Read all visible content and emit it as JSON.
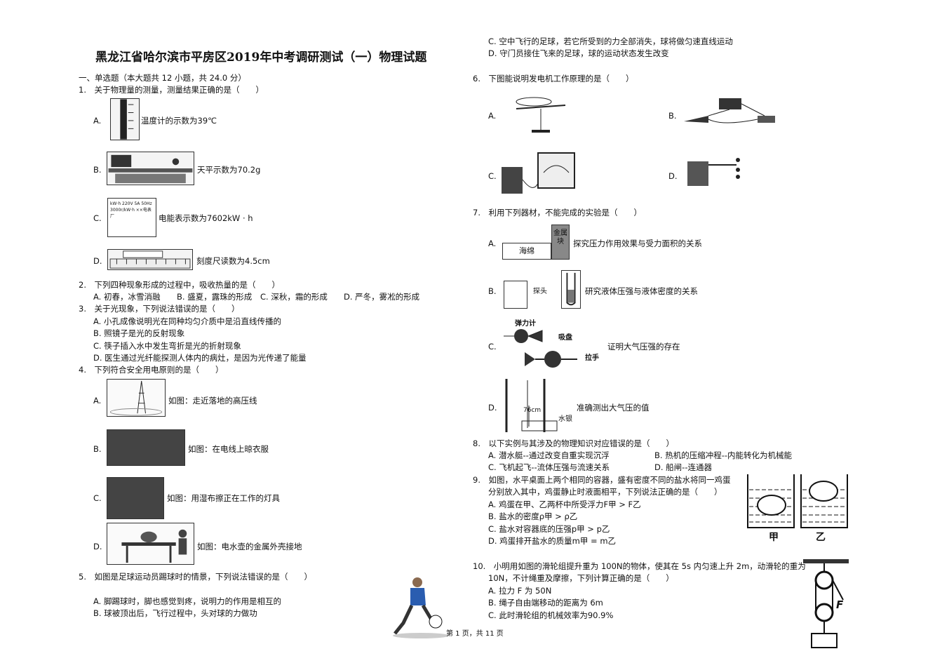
{
  "title": "黑龙江省哈尔滨市平房区2019年中考调研测试（一）物理试题",
  "section": "一、单选题（本大题共 12 小题，共 24.0 分）",
  "q1": {
    "stem": "1.　关于物理量的测量，测量结果正确的是（　　）",
    "a": "A.",
    "a_text": "温度计的示数为39℃",
    "b": "B.",
    "b_text": "天平示数为70.2g",
    "c": "C.",
    "c_text": "电能表示数为7602kW · h",
    "d": "D.",
    "d_text": "刻度尺读数为4.5cm",
    "meter_text": "kW·h 220V 5A 50Hz 3000r/kW·h ××电表厂"
  },
  "q2": {
    "stem": "2.　下列四种现象形成的过程中，吸收热量的是（　　）",
    "a": "A. 初春，冰雪消融",
    "b": "B. 盛夏，露珠的形成",
    "c": "C. 深秋，霜的形成",
    "d": "D. 严冬，雾凇的形成"
  },
  "q3": {
    "stem": "3.　关于光现象，下列说法错误的是（　　）",
    "a": "A. 小孔成像说明光在同种均匀介质中是沿直线传播的",
    "b": "B. 照镜子是光的反射现象",
    "c": "C. 筷子插入水中发生弯折是光的折射现象",
    "d": "D. 医生通过光纤能探测人体内的病灶，是因为光传递了能量"
  },
  "q4": {
    "stem": "4.　下列符合安全用电原则的是（　　）",
    "a": "A.",
    "a_text": "如图：走近落地的高压线",
    "b": "B.",
    "b_text": "如图：在电线上晾衣服",
    "c": "C.",
    "c_text": "如图：用湿布擦正在工作的灯具",
    "d": "D.",
    "d_text": "如图：电水壶的金属外壳接地"
  },
  "q5": {
    "stem": "5.　如图是足球运动员踢球时的情景，下列说法错误的是（　　）",
    "a": "A. 脚踢球时，脚也感觉到疼，说明力的作用是相互的",
    "b": "B. 球被顶出后，飞行过程中，头对球的力做功",
    "c": "C. 空中飞行的足球，若它所受到的力全部消失，球将做匀速直线运动",
    "d": "D. 守门员接住飞来的足球，球的运动状态发生改变"
  },
  "q6": {
    "stem": "6.　下图能说明发电机工作原理的是（　　）",
    "a": "A.",
    "b": "B.",
    "c": "C.",
    "d": "D."
  },
  "q7": {
    "stem": "7.　利用下列器材，不能完成的实验是（　　）",
    "a": "A.",
    "a_text": "探究压力作用效果与受力面积的关系",
    "a_fig1": "海绵",
    "a_fig2": "金属块",
    "b": "B.",
    "b_text": "研究液体压强与液体密度的关系",
    "b_fig": "探头",
    "c": "C.",
    "c_text": "证明大气压强的存在",
    "c_fig1": "弹力计",
    "c_fig2": "吸盘",
    "c_fig3": "拉手",
    "d": "D.",
    "d_text": "准确测出大气压的值",
    "d_fig1": "76cm",
    "d_fig2": "水银"
  },
  "q8": {
    "stem": "8.　以下实例与其涉及的物理知识对应错误的是（　　）",
    "a": "A. 潜水艇--通过改变自重实现沉浮",
    "b": "B. 热机的压缩冲程--内能转化为机械能",
    "c": "C. 飞机起飞--流体压强与流速关系",
    "d": "D. 船闸--连通器"
  },
  "q9": {
    "stem1": "9.　如图，水平桌面上两个相同的容器，盛有密度不同的盐水将同一鸡蛋",
    "stem2": "分别放入其中，鸡蛋静止时液面相平，下列说法正确的是（　　）",
    "a": "A. 鸡蛋在甲、乙两杯中所受浮力F甲 > F乙",
    "b": "B. 盐水的密度ρ甲 > ρ乙",
    "c": "C. 盐水对容器底的压强p甲 > p乙",
    "d": "D. 鸡蛋排开盐水的质量m甲 = m乙",
    "fig_left": "甲",
    "fig_right": "乙"
  },
  "q10": {
    "stem1": "10.　小明用如图的滑轮组提升重为 100N的物体，使其在 5s 内匀速上升 2m，动滑轮的重为",
    "stem2": "10N，不计绳重及摩擦，下列计算正确的是（　　）",
    "a": "A. 拉力 F 为 50N",
    "b": "B. 绳子自由端移动的距离为 6m",
    "c": "C. 此时滑轮组的机械效率为90.9%",
    "fig_label": "F"
  },
  "footer": "第 1 页，共 11 页"
}
